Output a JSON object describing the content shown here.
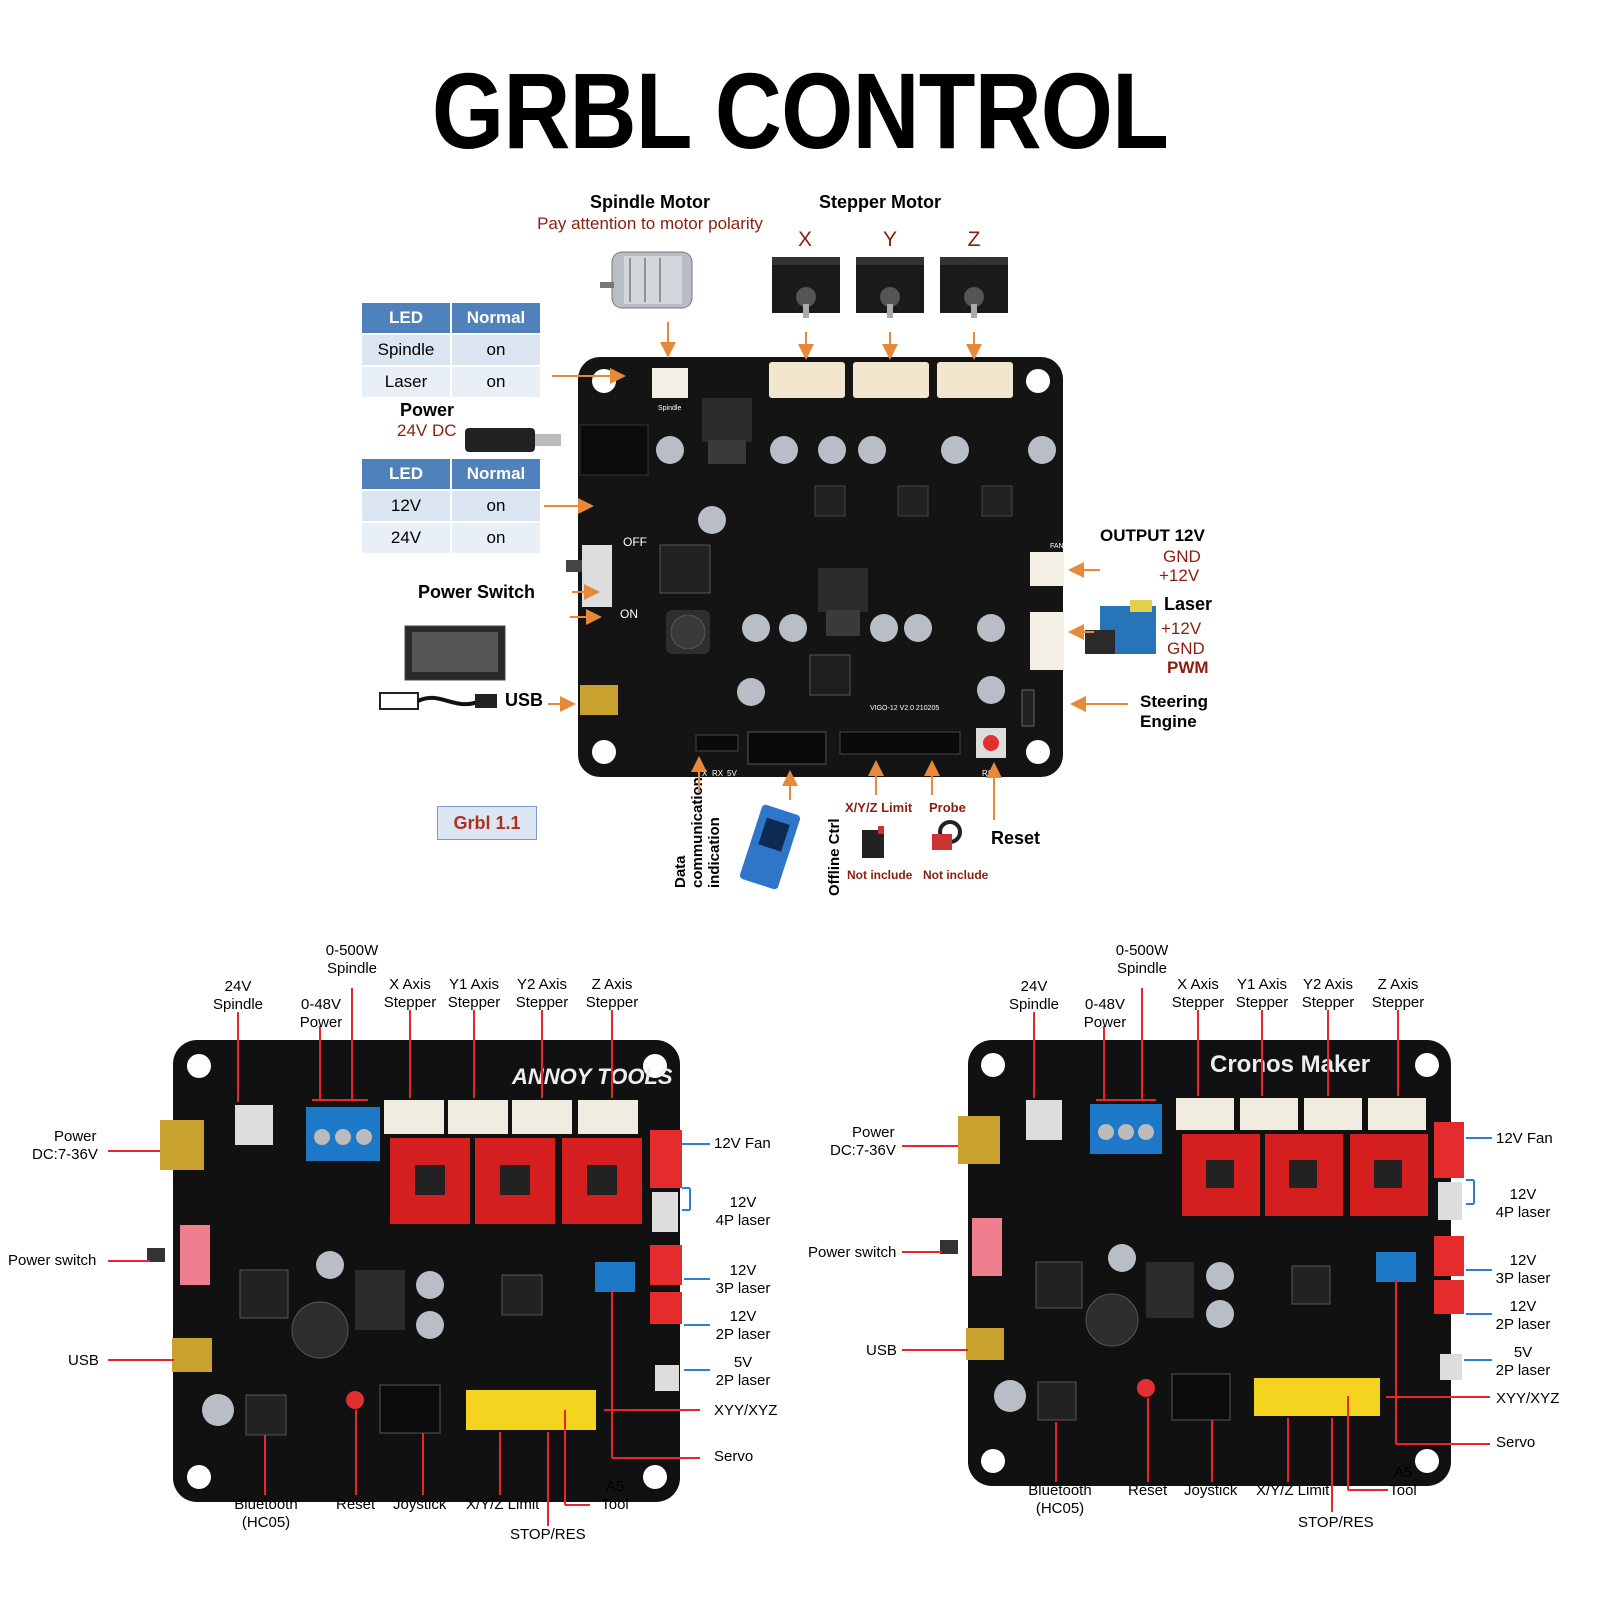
{
  "title": "GRBL CONTROL",
  "top": {
    "spindle_motor": "Spindle Motor",
    "polarity_note": "Pay attention to motor polarity",
    "stepper_motor": "Stepper Motor",
    "axes": [
      "X",
      "Y",
      "Z"
    ],
    "led_table_1": {
      "headers": [
        "LED",
        "Normal"
      ],
      "rows": [
        [
          "Spindle",
          "on"
        ],
        [
          "Laser",
          "on"
        ]
      ]
    },
    "power": "Power",
    "power_sub": "24V DC",
    "led_table_2": {
      "headers": [
        "LED",
        "Normal"
      ],
      "rows": [
        [
          "12V",
          "on"
        ],
        [
          "24V",
          "on"
        ]
      ]
    },
    "power_switch": "Power Switch",
    "usb": "USB",
    "grbl_version": "Grbl 1.1",
    "output_12v": "OUTPUT 12V",
    "output_gnd": "GND",
    "output_plus": "+12V",
    "laser": "Laser",
    "laser_plus": "+12V",
    "laser_gnd": "GND",
    "laser_pwm": "PWM",
    "steering_engine_1": "Steering",
    "steering_engine_2": "Engine",
    "data_comm_1": "Data",
    "data_comm_2": "communication",
    "data_comm_3": "indication",
    "offline_ctrl": "Offline Ctrl",
    "xyz_limit": "X/Y/Z Limit",
    "probe": "Probe",
    "not_include_1": "Not include",
    "not_include_2": "Not include",
    "reset": "Reset",
    "board_labels": {
      "off": "OFF",
      "on": "ON",
      "spindle": "Spindle",
      "model": "VIGO-12  V2.0  210205",
      "tx": "TX",
      "rx": "RX",
      "v5": "5V",
      "rst": "RST",
      "fan": "FAN"
    }
  },
  "bottom_left": {
    "brand": "ANNOY TOOLS",
    "labels": {
      "spindle_0_500w_1": "0-500W",
      "spindle_0_500w_2": "Spindle",
      "spindle_24v_1": "24V",
      "spindle_24v_2": "Spindle",
      "power_048_1": "0-48V",
      "power_048_2": "Power",
      "x_axis_1": "X Axis",
      "x_axis_2": "Stepper",
      "y1_axis_1": "Y1  Axis",
      "y1_axis_2": "Stepper",
      "y2_axis_1": "Y2 Axis",
      "y2_axis_2": "Stepper",
      "z_axis_1": "Z Axis",
      "z_axis_2": "Stepper",
      "power_dc_1": "Power",
      "power_dc_2": "DC:7-36V",
      "power_switch": "Power switch",
      "usb": "USB",
      "fan_12v": "12V Fan",
      "laser_4p_1": "12V",
      "laser_4p_2": "4P laser",
      "laser_3p_1": "12V",
      "laser_3p_2": "3P laser",
      "laser_2p_1": "12V",
      "laser_2p_2": "2P laser",
      "laser_5v_1": "5V",
      "laser_5v_2": "2P laser",
      "xyy_xyz": "XYY/XYZ",
      "servo": "Servo",
      "bluetooth_1": "Bluetooth",
      "bluetooth_2": "(HC05)",
      "reset": "Reset",
      "joystick": "Joystick",
      "xyz_limit": "X/Y/Z Limit",
      "a5_1": "A5",
      "a5_2": "Tool",
      "stop_res": "STOP/RES"
    }
  },
  "bottom_right": {
    "brand": "Cronos Maker",
    "labels": {
      "spindle_0_500w_1": "0-500W",
      "spindle_0_500w_2": "Spindle",
      "spindle_24v_1": "24V",
      "spindle_24v_2": "Spindle",
      "power_048_1": "0-48V",
      "power_048_2": "Power",
      "x_axis_1": "X Axis",
      "x_axis_2": "Stepper",
      "y1_axis_1": "Y1  Axis",
      "y1_axis_2": "Stepper",
      "y2_axis_1": "Y2 Axis",
      "y2_axis_2": "Stepper",
      "z_axis_1": "Z Axis",
      "z_axis_2": "Stepper",
      "power_dc_1": "Power",
      "power_dc_2": "DC:7-36V",
      "power_switch": "Power switch",
      "usb": "USB",
      "fan_12v": "12V Fan",
      "laser_4p_1": "12V",
      "laser_4p_2": "4P laser",
      "laser_3p_1": "12V",
      "laser_3p_2": "3P laser",
      "laser_2p_1": "12V",
      "laser_2p_2": "2P laser",
      "laser_5v_1": "5V",
      "laser_5v_2": "2P laser",
      "xyy_xyz": "XYY/XYZ",
      "servo": "Servo",
      "bluetooth_1": "Bluetooth",
      "bluetooth_2": "(HC05)",
      "reset": "Reset",
      "joystick": "Joystick",
      "xyz_limit": "X/Y/Z Limit",
      "a5_1": "A5",
      "a5_2": "Tool",
      "stop_res": "STOP/RES"
    }
  },
  "colors": {
    "arrow_orange": "#e8893a",
    "arrow_red": "#e8262a",
    "arrow_blue": "#2f7fd1",
    "label_red": "#8b1f0e",
    "pcb": "#141414",
    "table_header": "#4f81bd"
  }
}
